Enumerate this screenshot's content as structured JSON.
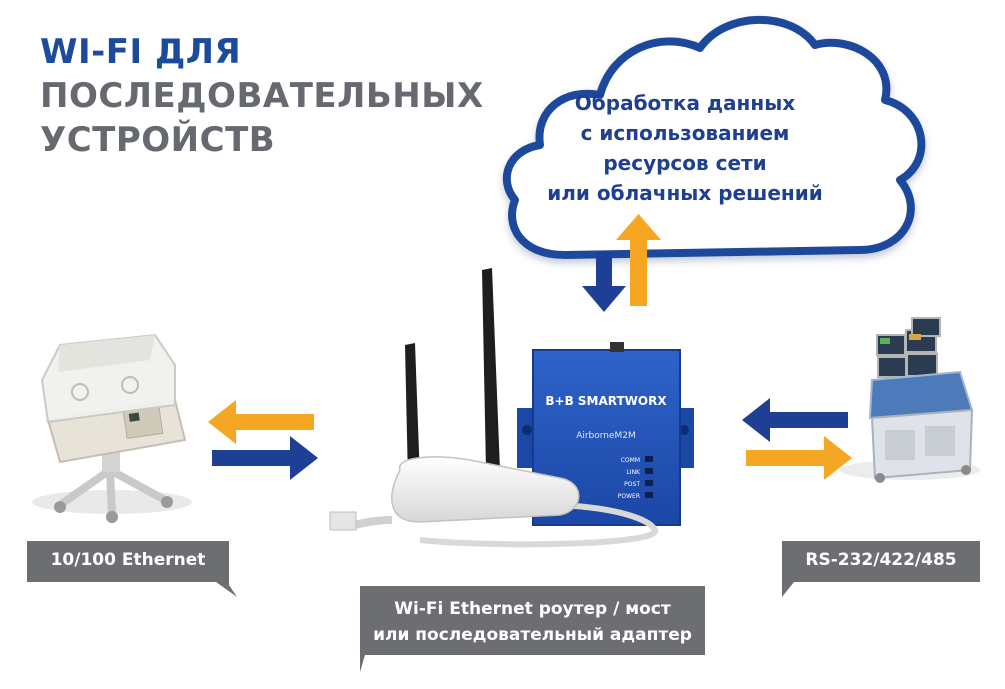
{
  "title": {
    "line1": "WI-FI ДЛЯ",
    "line2": "ПОСЛЕДОВАТЕЛЬНЫХ",
    "line3": "УСТРОЙСТВ"
  },
  "cloud": {
    "line1": "Обработка данных",
    "line2": "с использованием",
    "line3": "ресурсов сети",
    "line4": "или облачных решений"
  },
  "labels": {
    "left": "10/100 Ethernet",
    "center_line1": "Wi-Fi Ethernet роутер / мост",
    "center_line2": "или последовательный адаптер",
    "right": "RS-232/422/485"
  },
  "device": {
    "brand": "B+B SMARTWORX",
    "model": "AirborneM2M",
    "leds": [
      "COMM",
      "LINK",
      "POST",
      "POWER"
    ]
  },
  "colors": {
    "blue": "#1d3f96",
    "orange": "#f5a623",
    "label_bg": "#6d6e71",
    "cloud_stroke": "#1d4a9c",
    "title_blue": "#1d4a9c",
    "title_gray": "#666a70"
  }
}
